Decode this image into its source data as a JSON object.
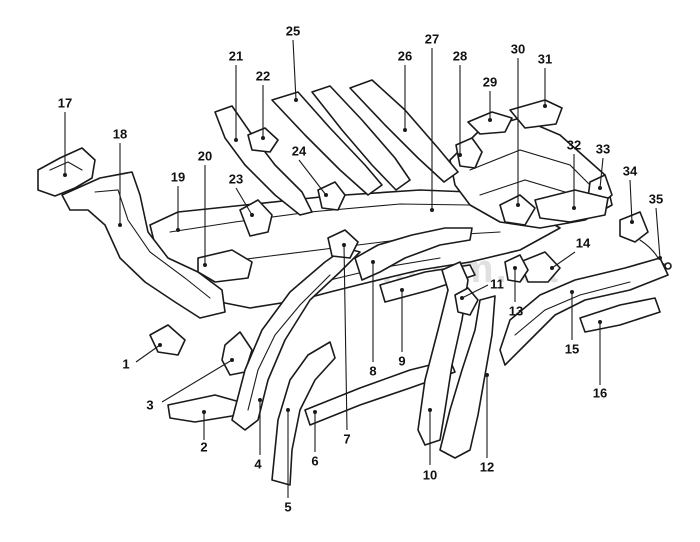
{
  "watermark": "Carsolution.com.ua",
  "part_numbers": [
    "1",
    "2",
    "3",
    "4",
    "5",
    "6",
    "7",
    "8",
    "9",
    "10",
    "11",
    "12",
    "13",
    "14",
    "15",
    "16",
    "17",
    "18",
    "19",
    "20",
    "21",
    "22",
    "23",
    "24",
    "25",
    "26",
    "27",
    "28",
    "29",
    "30",
    "31",
    "32",
    "33",
    "34",
    "35"
  ]
}
